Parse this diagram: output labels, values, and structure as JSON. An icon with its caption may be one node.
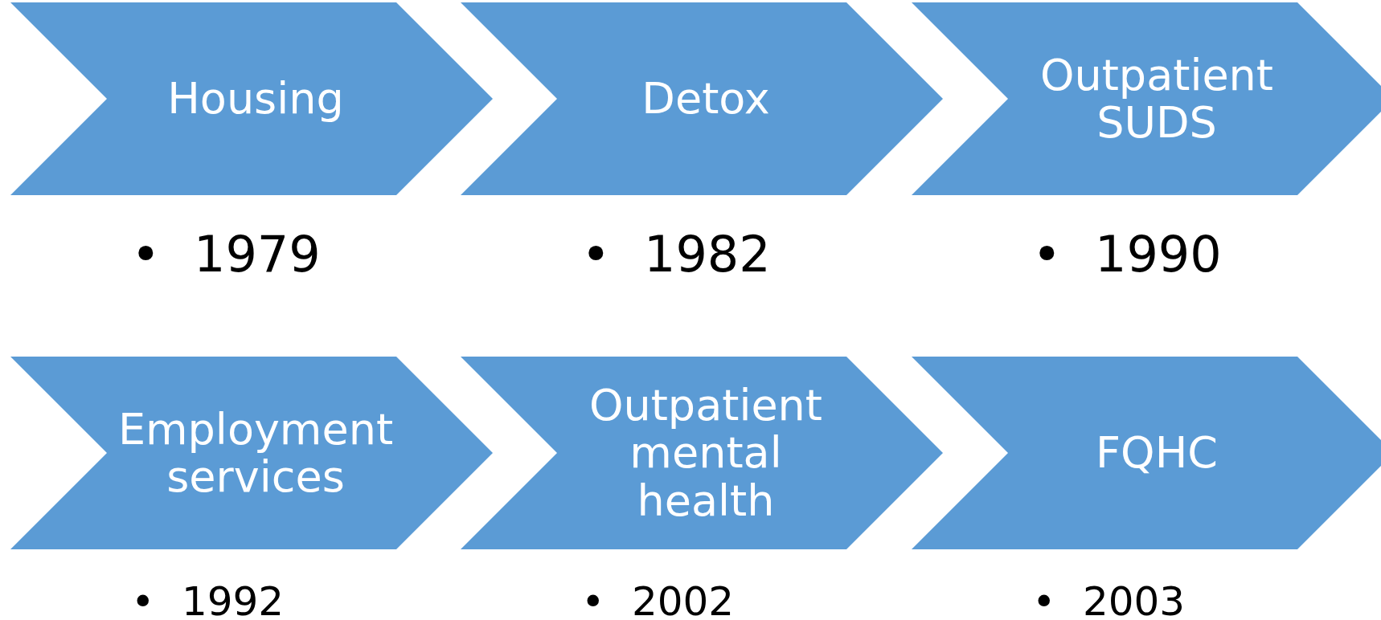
{
  "diagram": {
    "nodes": [
      {
        "text": [
          "Housing"
        ],
        "beside": [
          "• 1979"
        ]
      },
      {
        "text": [
          "Detox"
        ],
        "beside": [
          "• 1982"
        ]
      },
      {
        "text": [
          "Outpatient SUDS"
        ],
        "beside": [
          "• 1990"
        ]
      },
      {
        "text": [
          "Employment services"
        ],
        "beside": [
          "• 1992"
        ]
      },
      {
        "text": [
          "Outpatient mental health"
        ],
        "beside": [
          "• 2002"
        ]
      },
      {
        "text": [
          "FQHC"
        ],
        "beside": [
          "• 2003"
        ]
      }
    ]
  }
}
